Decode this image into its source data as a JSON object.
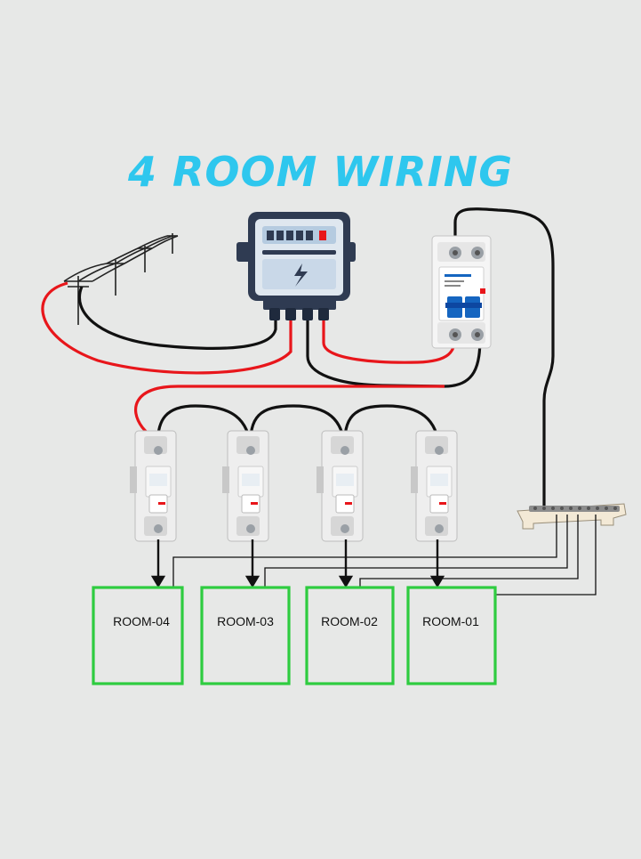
{
  "title": "4 ROOM WIRING",
  "colors": {
    "title": "#2ec7ee",
    "live_wire": "#e8161b",
    "neutral_wire": "#111111",
    "room_border": "#2ecc40",
    "background": "#e7e8e7",
    "meter_body": "#2f3b52",
    "breaker_toggle": "#1565c0"
  },
  "rooms": [
    {
      "label": "ROOM-04"
    },
    {
      "label": "ROOM-03"
    },
    {
      "label": "ROOM-02"
    },
    {
      "label": "ROOM-01"
    }
  ],
  "components": {
    "energy_meter": "energy-meter-icon",
    "main_breaker": "double-pole-breaker-icon",
    "room_breakers": "single-pole-breaker-icon",
    "neutral_bar": "neutral-busbar-icon",
    "power_line": "utility-pole-icon"
  }
}
